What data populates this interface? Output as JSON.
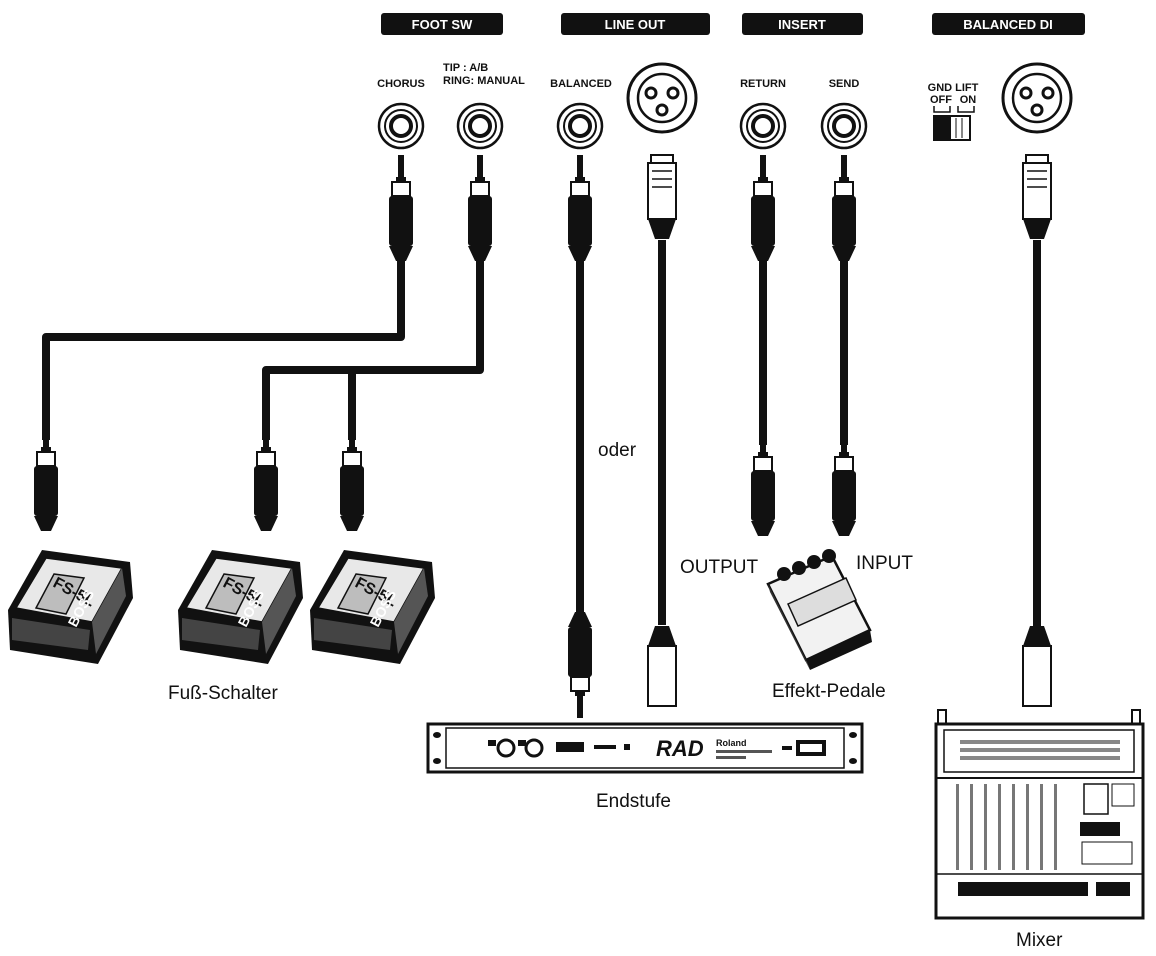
{
  "headers": {
    "foot_sw": "FOOT SW",
    "line_out": "LINE OUT",
    "insert": "INSERT",
    "balanced_di": "BALANCED DI"
  },
  "jack_labels": {
    "chorus": "CHORUS",
    "tip": "TIP   : A/B",
    "ring": "RING: MANUAL",
    "balanced": "BALANCED",
    "return": "RETURN",
    "send": "SEND",
    "gnd_lift": "GND LIFT",
    "off": "OFF",
    "on": "ON"
  },
  "captions": {
    "oder": "oder",
    "output": "OUTPUT",
    "input": "INPUT",
    "fuss_schalter": "Fuß-Schalter",
    "effekt_pedale": "Effekt-Pedale",
    "endstufe": "Endstufe",
    "mixer": "Mixer"
  },
  "devices": {
    "footswitch_model": "FS-5L",
    "footswitch_brand": "BOSS",
    "amp_logo": "RAD",
    "amp_brand": "Roland"
  }
}
